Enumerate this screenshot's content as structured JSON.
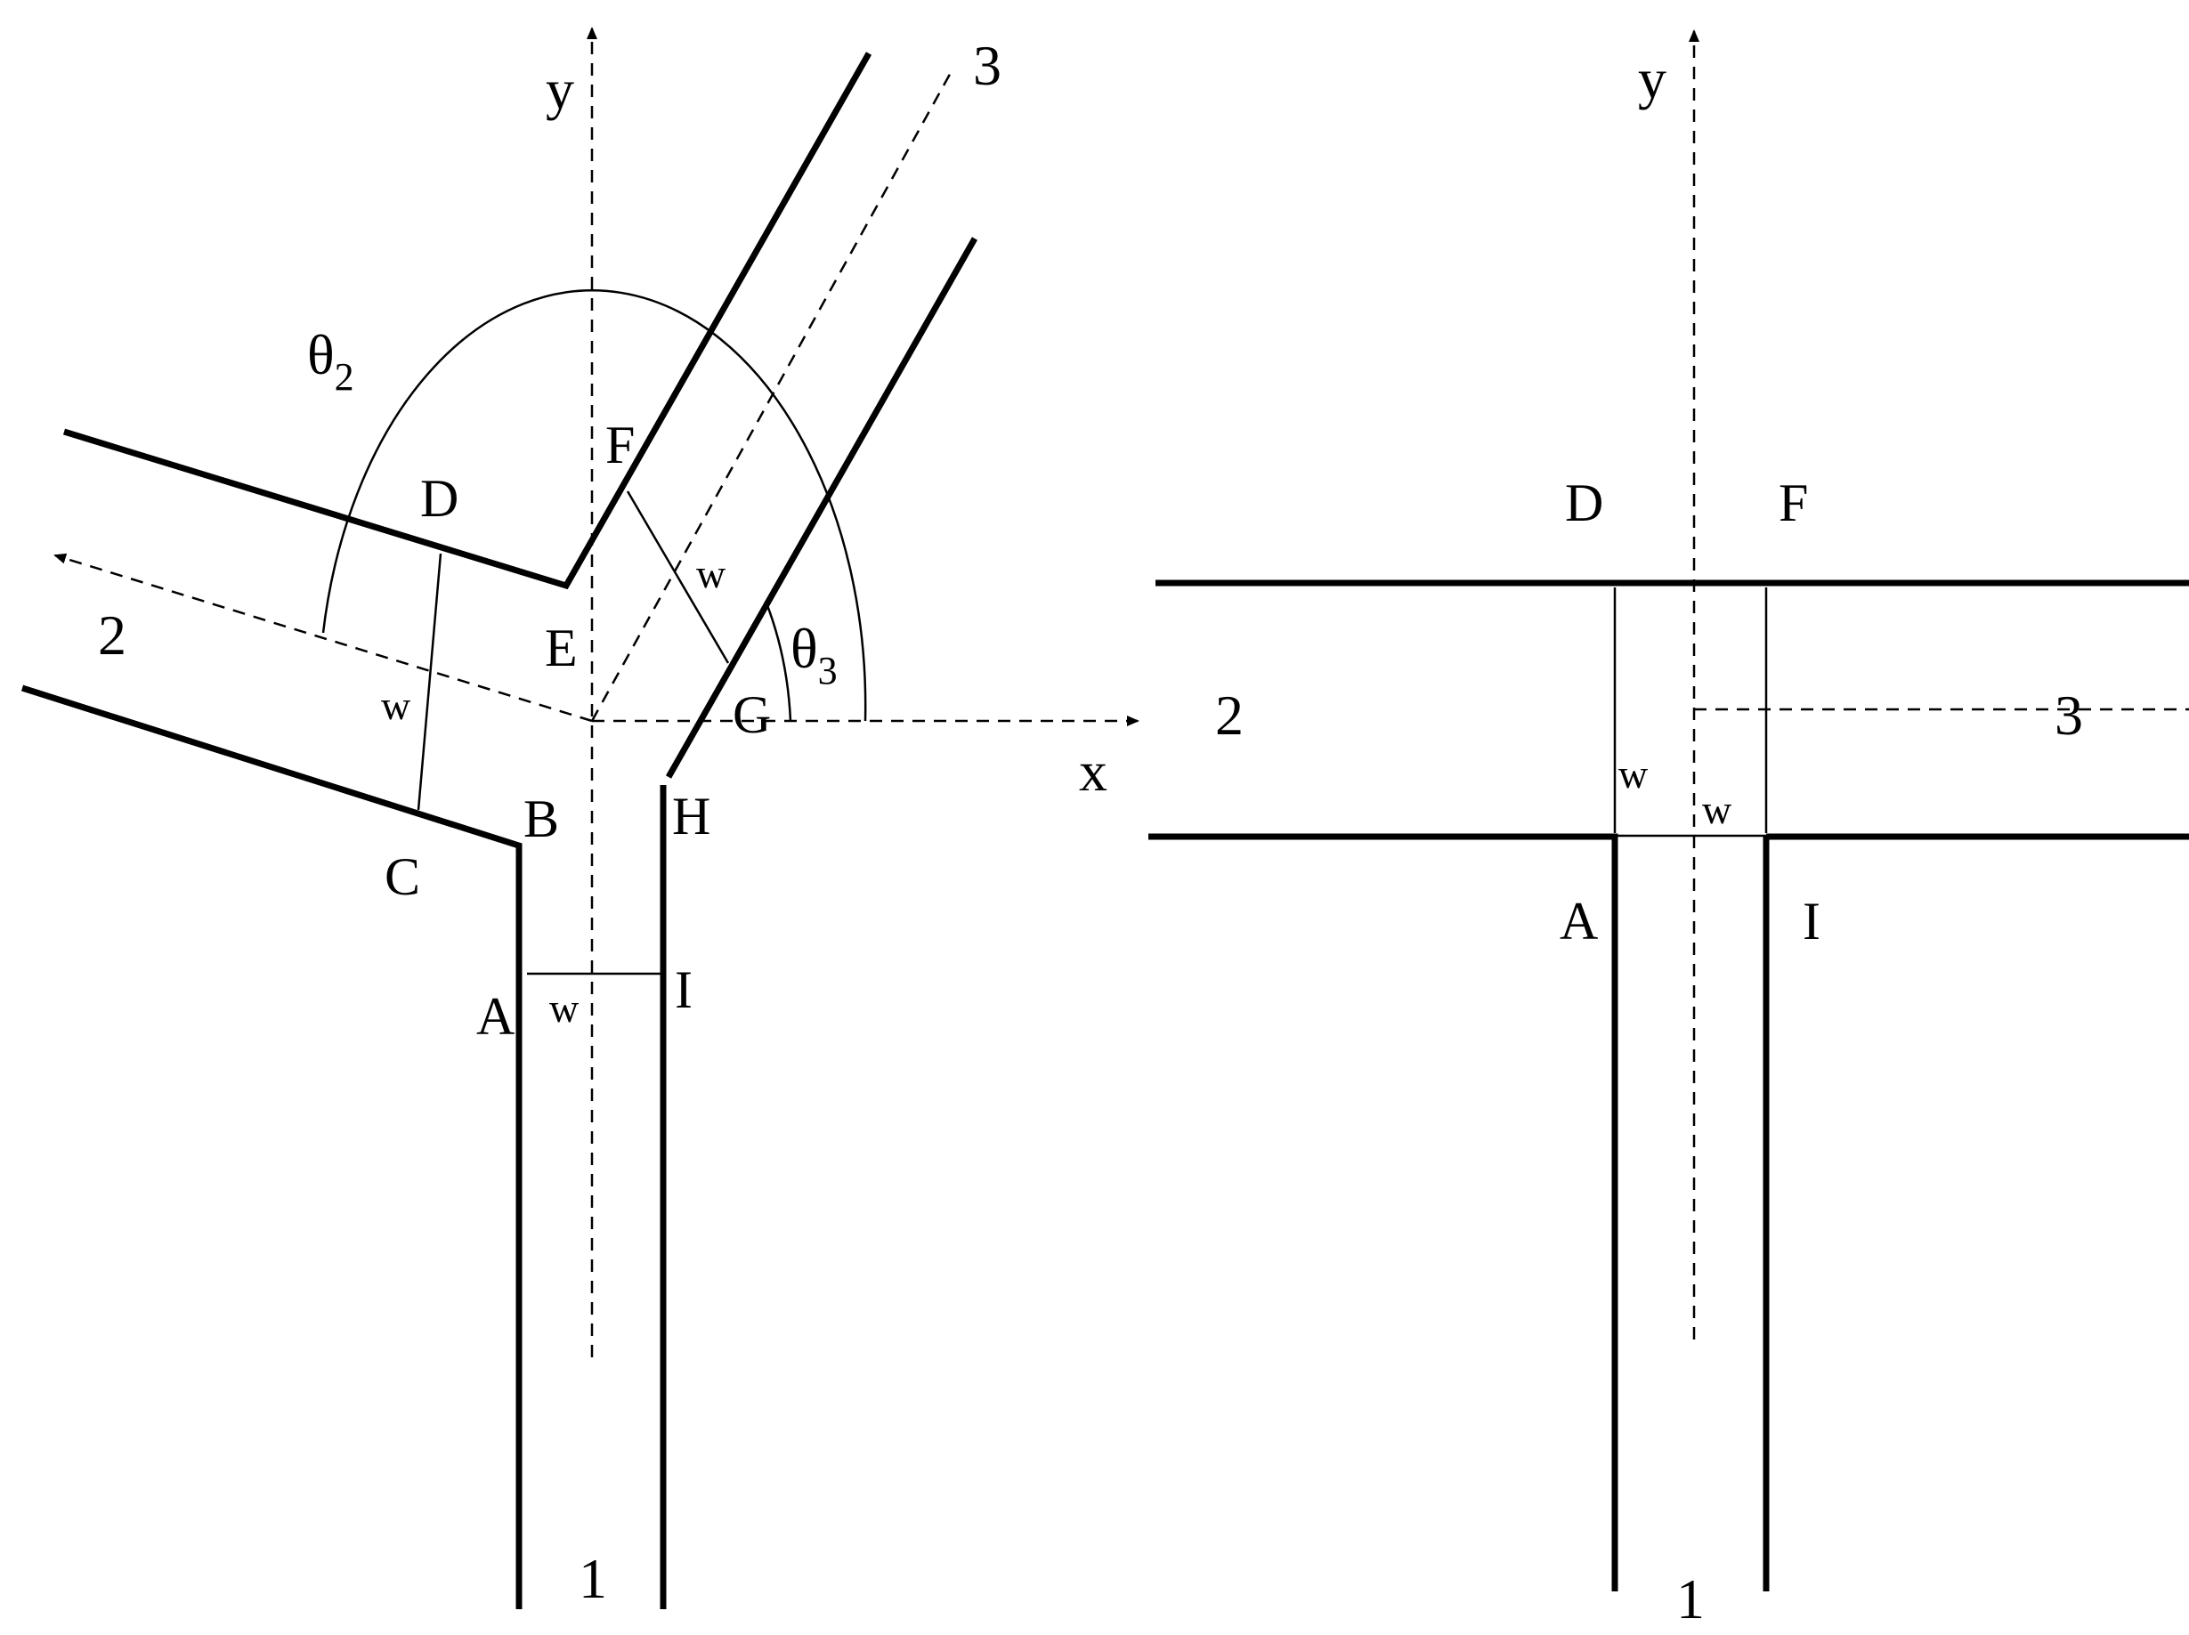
{
  "left_diagram": {
    "axis_x_label": "x",
    "axis_y_label": "y",
    "theta2": {
      "symbol": "θ",
      "sub": "2"
    },
    "theta3": {
      "symbol": "θ",
      "sub": "3"
    },
    "points": {
      "A": "A",
      "B": "B",
      "C": "C",
      "D": "D",
      "E": "E",
      "F": "F",
      "G": "G",
      "H": "H",
      "I": "I"
    },
    "width_label": "w",
    "branches": {
      "b1": "1",
      "b2": "2",
      "b3": "3"
    }
  },
  "right_diagram": {
    "axis_y_label": "y",
    "points": {
      "A": "A",
      "D": "D",
      "F": "F",
      "I": "I"
    },
    "width_label": "w",
    "branches": {
      "b1": "1",
      "b2": "2",
      "b3": "3"
    }
  }
}
